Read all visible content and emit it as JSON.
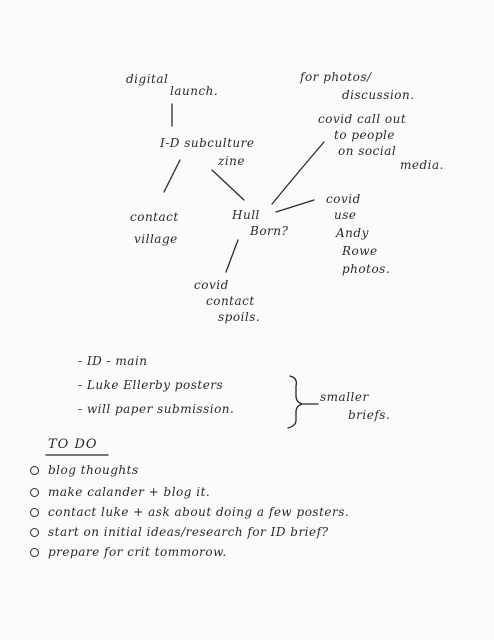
{
  "mindmap": {
    "digital_launch": [
      "digital",
      "launch."
    ],
    "photos_discussion": [
      "for photos/",
      "discussion."
    ],
    "subculture_zine": [
      "I-D subculture",
      "zine"
    ],
    "covid_call_out": [
      "covid call out",
      "to people",
      "on social",
      "media."
    ],
    "contact_village": [
      "contact",
      "village"
    ],
    "hull_born": [
      "Hull",
      "Born?"
    ],
    "covid_use_photos": [
      "covid",
      "use",
      "Andy",
      "Rowe",
      "photos."
    ],
    "covid_contact_spoils": [
      "covid",
      "contact",
      "spoils."
    ]
  },
  "briefs": {
    "items": [
      "- ID  -  main",
      "- Luke Ellerby posters",
      "- will paper submission."
    ],
    "group_label": [
      "smaller",
      "briefs."
    ]
  },
  "todo": {
    "title": "TO DO",
    "items": [
      "blog thoughts",
      "make calander + blog it.",
      "contact luke + ask about doing a few posters.",
      "start on initial ideas/research for ID brief?",
      "prepare for crit tommorow."
    ]
  }
}
